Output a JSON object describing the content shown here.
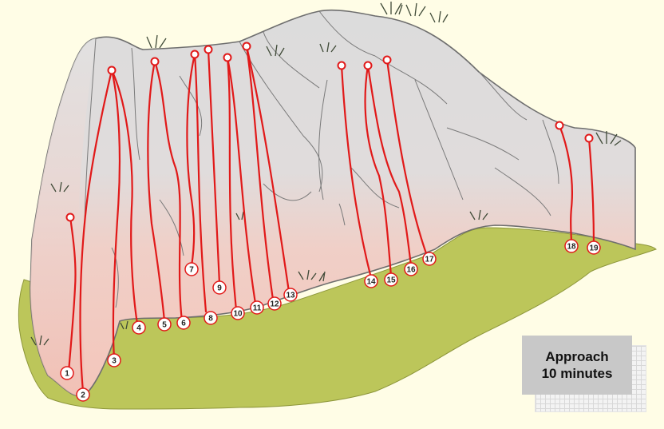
{
  "approach": {
    "line1": "Approach",
    "line2": "10 minutes"
  },
  "routes": [
    {
      "number": "1"
    },
    {
      "number": "2"
    },
    {
      "number": "3"
    },
    {
      "number": "4"
    },
    {
      "number": "5"
    },
    {
      "number": "6"
    },
    {
      "number": "7"
    },
    {
      "number": "8"
    },
    {
      "number": "9"
    },
    {
      "number": "10"
    },
    {
      "number": "11"
    },
    {
      "number": "12"
    },
    {
      "number": "13"
    },
    {
      "number": "14"
    },
    {
      "number": "15"
    },
    {
      "number": "16"
    },
    {
      "number": "17"
    },
    {
      "number": "18"
    },
    {
      "number": "19"
    }
  ],
  "colors": {
    "route_line": "#e11919",
    "grass": "#bcc65a",
    "rock_top": "#dedede",
    "rock_base": "#f2c8bd",
    "background": "#fffde6"
  }
}
